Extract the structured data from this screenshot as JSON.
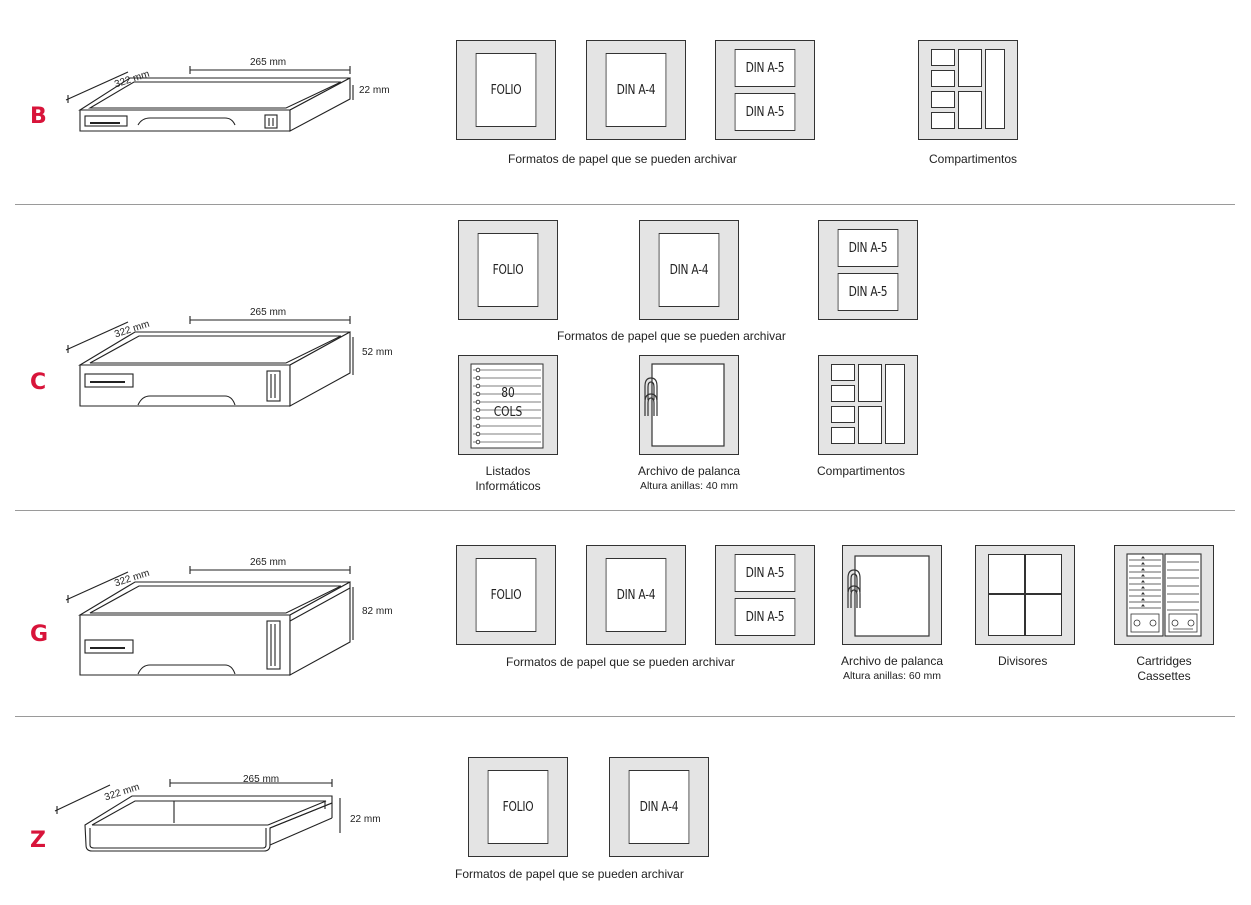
{
  "colors": {
    "accent": "#d8143a",
    "icon_bg": "#e4e4e4",
    "line": "#333333"
  },
  "sections": {
    "b": {
      "letter": "B",
      "dims": {
        "depth": "322 mm",
        "width": "265 mm",
        "height": "22 mm"
      },
      "papers": {
        "folio": "FOLIO",
        "a4": "DIN A-4",
        "a5_top": "DIN A-5",
        "a5_bottom": "DIN A-5"
      },
      "caption_formats": "Formatos de papel que se pueden archivar",
      "caption_compartments": "Compartimentos"
    },
    "c": {
      "letter": "C",
      "dims": {
        "depth": "322 mm",
        "width": "265 mm",
        "height": "52 mm"
      },
      "papers": {
        "folio": "FOLIO",
        "a4": "DIN A-4",
        "a5_top": "DIN A-5",
        "a5_bottom": "DIN A-5"
      },
      "caption_formats": "Formatos de papel que se pueden archivar",
      "listing_text_1": "80",
      "listing_text_2": "COLS",
      "caption_listings_1": "Listados",
      "caption_listings_2": "Informáticos",
      "caption_lever": "Archivo de palanca",
      "caption_lever_sub": "Altura anillas: 40 mm",
      "caption_compartments": "Compartimentos"
    },
    "g": {
      "letter": "G",
      "dims": {
        "depth": "322 mm",
        "width": "265 mm",
        "height": "82 mm"
      },
      "papers": {
        "folio": "FOLIO",
        "a4": "DIN A-4",
        "a5_top": "DIN A-5",
        "a5_bottom": "DIN A-5"
      },
      "caption_formats": "Formatos de papel que se pueden archivar",
      "caption_lever": "Archivo de palanca",
      "caption_lever_sub": "Altura anillas: 60 mm",
      "caption_dividers": "Divisores",
      "caption_cartridges_1": "Cartridges",
      "caption_cartridges_2": "Cassettes"
    },
    "z": {
      "letter": "Z",
      "dims": {
        "depth": "322 mm",
        "width": "265 mm",
        "height": "22 mm"
      },
      "papers": {
        "folio": "FOLIO",
        "a4": "DIN A-4"
      },
      "caption_formats": "Formatos de papel que se pueden archivar"
    }
  }
}
